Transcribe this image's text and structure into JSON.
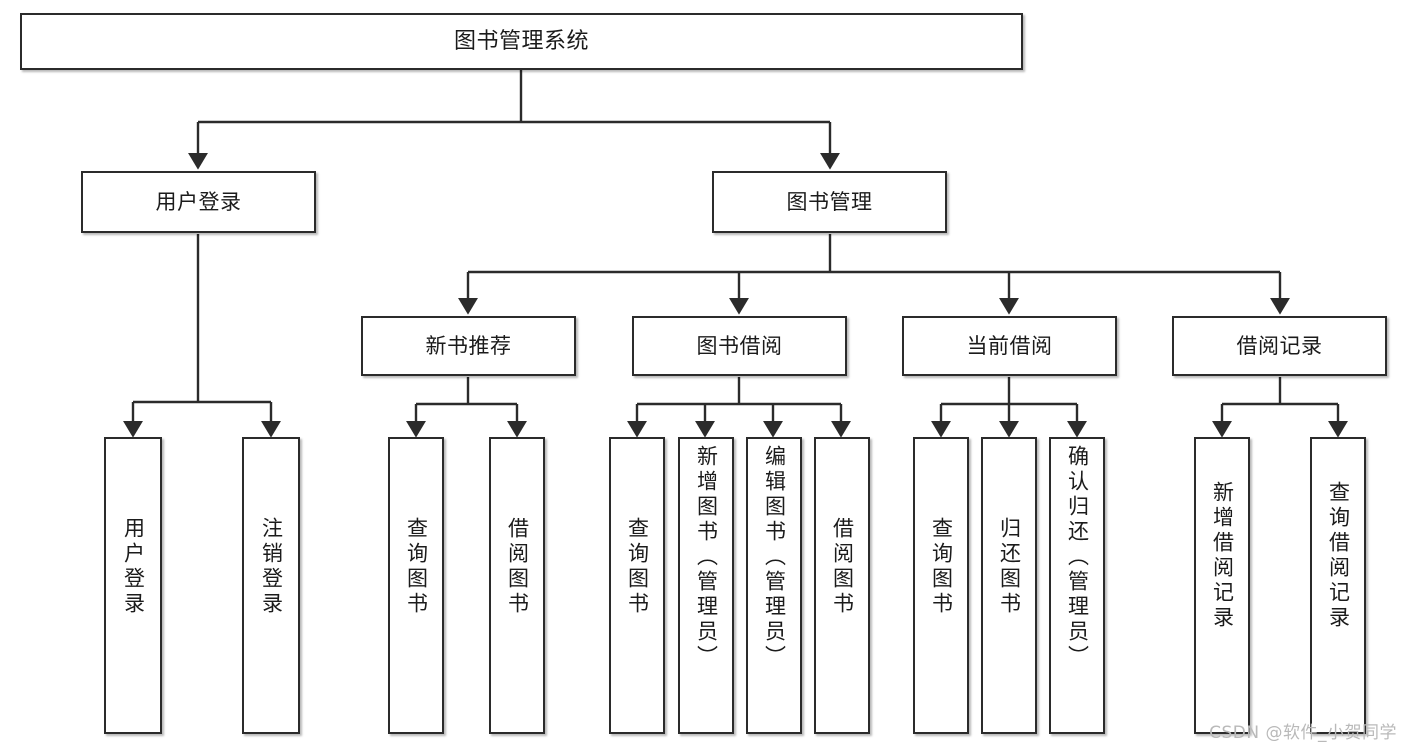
{
  "diagram": {
    "title": "图书管理系统",
    "type": "hierarchy-tree",
    "colors": {
      "box_border": "#2b2b2b",
      "box_fill": "#ffffff",
      "edge": "#2b2b2b",
      "text": "#1b1b1b",
      "watermark": "#b9b9b9"
    },
    "nodes": {
      "root": {
        "label": "图书管理系统"
      },
      "level2": [
        {
          "label": "用户登录"
        },
        {
          "label": "图书管理"
        }
      ],
      "level3": [
        {
          "label": "新书推荐"
        },
        {
          "label": "图书借阅"
        },
        {
          "label": "当前借阅"
        },
        {
          "label": "借阅记录"
        }
      ],
      "leaves": {
        "user_login": [
          {
            "label": "用户登录"
          },
          {
            "label": "注销登录"
          }
        ],
        "new_book_recommend": [
          {
            "label": "查询图书"
          },
          {
            "label": "借阅图书"
          }
        ],
        "book_borrow": [
          {
            "label": "查询图书"
          },
          {
            "label": "新增图书（管理员）"
          },
          {
            "label": "编辑图书（管理员）"
          },
          {
            "label": "借阅图书"
          }
        ],
        "current_borrow": [
          {
            "label": "查询图书"
          },
          {
            "label": "归还图书"
          },
          {
            "label": "确认归还（管理员）"
          }
        ],
        "borrow_record": [
          {
            "label": "新增借阅记录"
          },
          {
            "label": "查询借阅记录"
          }
        ]
      }
    },
    "watermark": "CSDN @软件_小贺同学"
  }
}
